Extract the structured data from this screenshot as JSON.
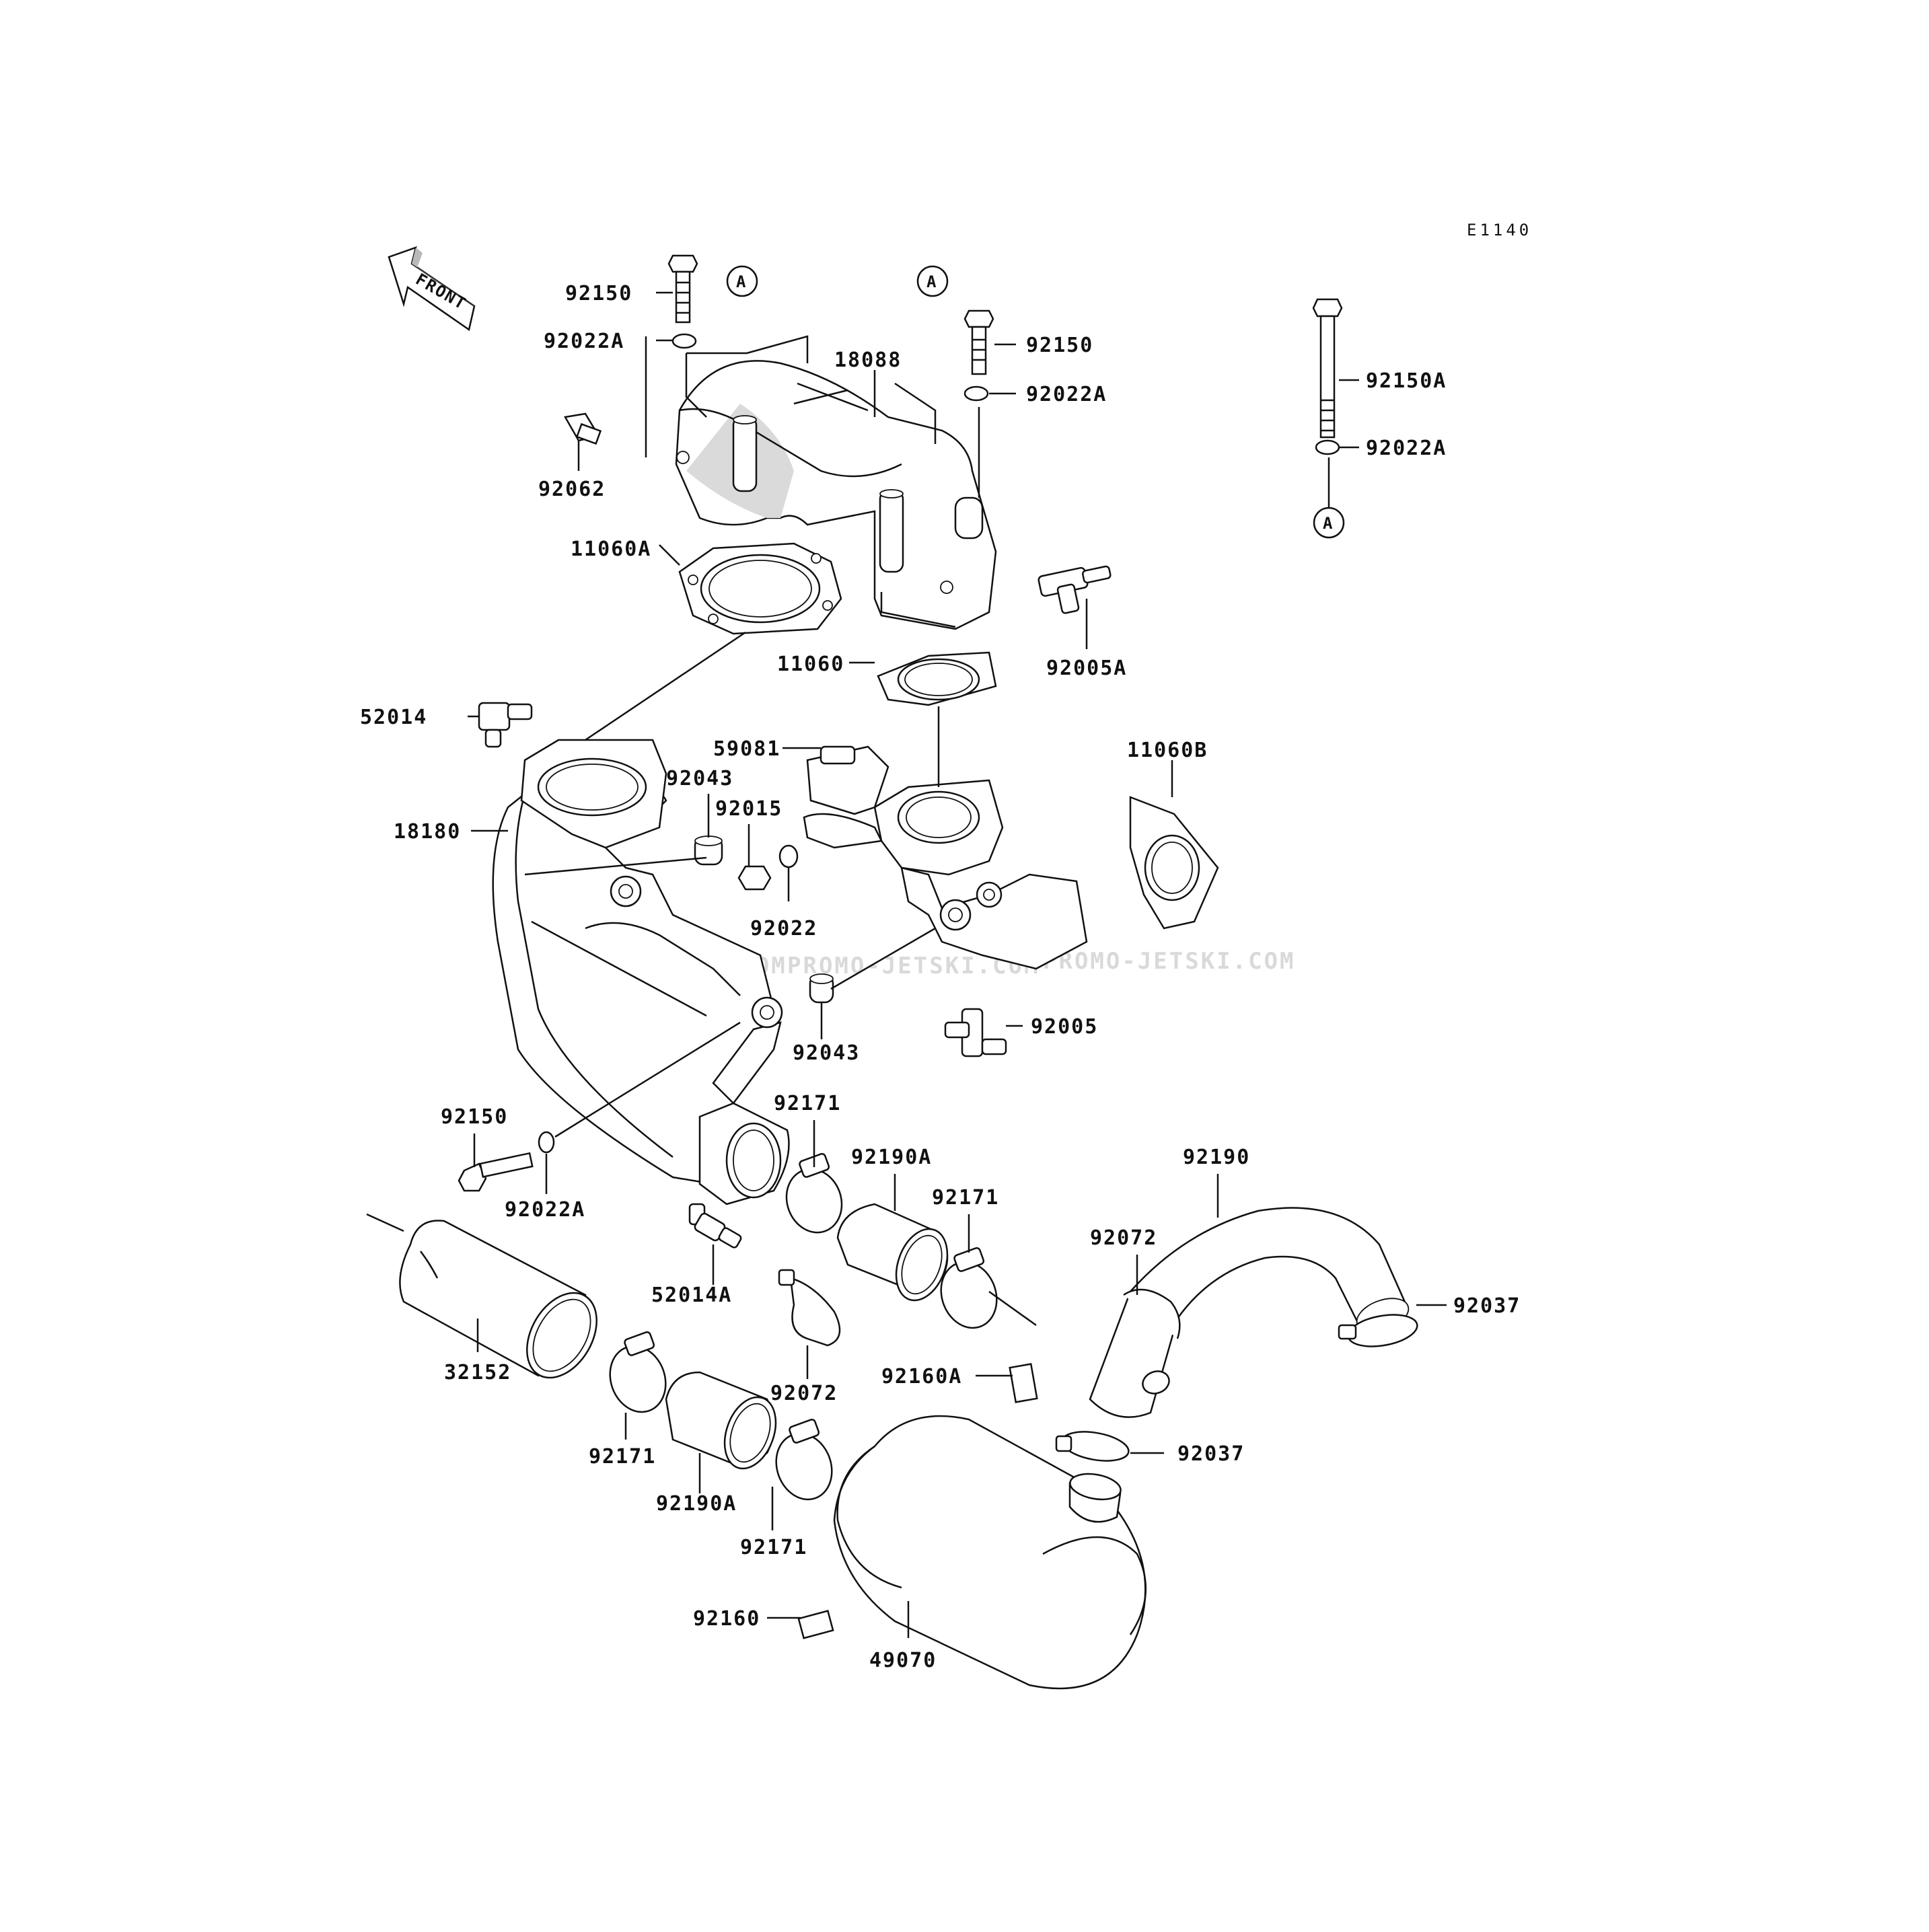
{
  "diagram": {
    "code": "E1140",
    "front_label": "FRONT",
    "ref_letter": "A",
    "watermark": {
      "part1": "JETSKI.COM",
      "part2": "PROMO-JETSKI.COM",
      "part3": "PROMO-JETSKI.COM"
    },
    "labels": {
      "l_92150_top": "92150",
      "l_92022A_top": "92022A",
      "l_92062": "92062",
      "l_18088": "18088",
      "l_92150_mid": "92150",
      "l_92022A_mid": "92022A",
      "l_92150A": "92150A",
      "l_92022A_right": "92022A",
      "l_11060A": "11060A",
      "l_92005A": "92005A",
      "l_11060": "11060",
      "l_52014": "52014",
      "l_59081": "59081",
      "l_11060B": "11060B",
      "l_92043_top": "92043",
      "l_92015": "92015",
      "l_18180": "18180",
      "l_92022": "92022",
      "l_92005": "92005",
      "l_92043_bot": "92043",
      "l_92171_a": "92171",
      "l_92150_low": "92150",
      "l_92190A_a": "92190A",
      "l_92190": "92190",
      "l_92171_b": "92171",
      "l_92022A_low": "92022A",
      "l_92072_right": "92072",
      "l_52014A": "52014A",
      "l_92037_right": "92037",
      "l_32152": "32152",
      "l_92160A": "92160A",
      "l_92072_mid": "92072",
      "l_92171_c": "92171",
      "l_92037_mid": "92037",
      "l_92190A_b": "92190A",
      "l_92171_d": "92171",
      "l_92160": "92160",
      "l_49070": "49070"
    }
  }
}
